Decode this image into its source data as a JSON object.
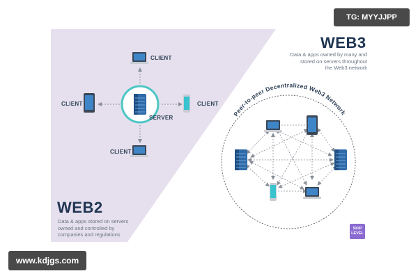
{
  "watermark": {
    "top": "TG: MYYJJPP",
    "bottom": "www.kdjgs.com"
  },
  "web2": {
    "title": "WEB2",
    "description": [
      "Data & apps stored on servers",
      "owned and controlled by",
      "companies and regulations"
    ],
    "server_label": "SERVER",
    "client_labels": {
      "top": "CLIENT",
      "left": "CLIENT",
      "right": "CLIENT",
      "bottom": "CLIENT"
    }
  },
  "web3": {
    "title": "WEB3",
    "description": [
      "Data & apps owned by many and",
      "stored on servers throughout",
      "the Web3 network"
    ],
    "network_label": "Peer-to-peer Decentralized Web3 Network"
  },
  "badge": {
    "line1": "SKIP",
    "line2": "LEVEL"
  },
  "colors": {
    "web2_bg": "#e6e0ee",
    "server_blue": "#2f6aa8",
    "screen_blue": "#3f86c9",
    "tablet_cyan": "#38c3cf",
    "ring_teal": "#4cc6c4",
    "arrow_gray": "#8a8f98",
    "title_navy": "#1f3552",
    "badge_purple": "#8b6bd1"
  },
  "icons": {
    "web2_top": "laptop-icon",
    "web2_left": "tablet-icon",
    "web2_center": "server-icon",
    "web2_right": "phone-icon",
    "web2_bottom": "laptop-icon",
    "p2p": [
      "laptop-icon",
      "tablet-icon",
      "server-icon",
      "server-icon",
      "phone-icon",
      "laptop-icon"
    ]
  }
}
